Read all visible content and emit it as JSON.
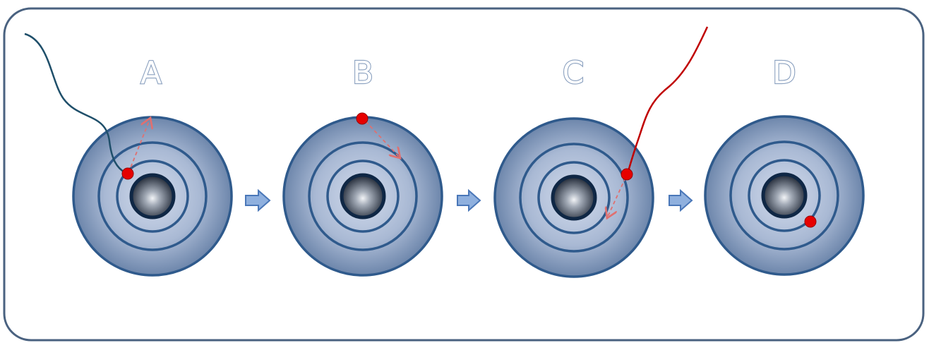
{
  "panels": [
    {
      "label": "A"
    },
    {
      "label": "B"
    },
    {
      "label": "C"
    },
    {
      "label": "D"
    }
  ],
  "colors": {
    "frame": "#4a6280",
    "ring_stroke": "#2f5a8c",
    "disc_outer": "#6d86ab",
    "disc_inner": "#d3dced",
    "nucleus_dark": "#0f2745",
    "electron": "#e60000",
    "incoming_path": "#1f4f6a",
    "outgoing_path": "#c00000",
    "arrow_fill": "#8fb0de",
    "arrow_stroke": "#4a77b8",
    "dashed_arrow": "#e07070",
    "label_outline": "#8aa0bf"
  },
  "icons": {
    "transition_arrow": "right-arrow-icon",
    "electron": "electron-dot-icon",
    "nucleus": "nucleus-icon"
  }
}
